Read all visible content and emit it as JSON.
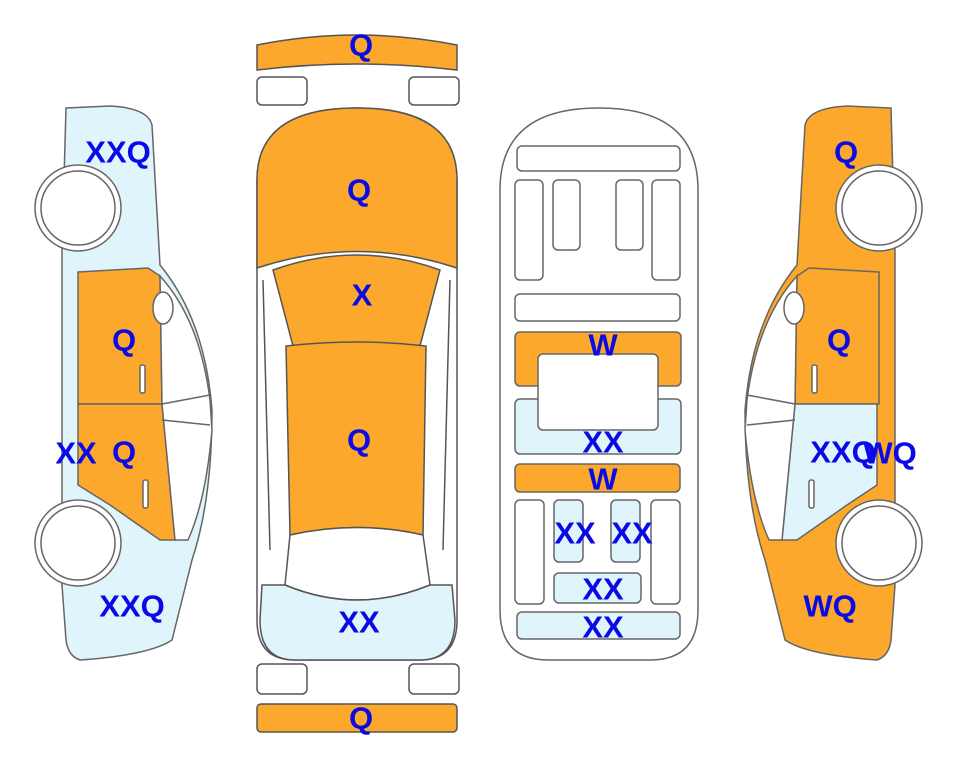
{
  "colors": {
    "damaged_orange": "#FBA82C",
    "light_blue": "#DFF5FB",
    "label_blue": "#0A0AE6",
    "outline": "#666666"
  },
  "left_side_view": {
    "labels": [
      "XXQ",
      "Q",
      "XX",
      "Q",
      "XXQ"
    ]
  },
  "top_view": {
    "labels": [
      "Q",
      "Q",
      "X",
      "Q",
      "XX",
      "Q"
    ]
  },
  "interior_view": {
    "labels": [
      "W",
      "XX",
      "W",
      "XX",
      "XX",
      "XX",
      "XX"
    ]
  },
  "right_side_view": {
    "labels": [
      "Q",
      "Q",
      "XXQ",
      "WQ",
      "WQ"
    ]
  }
}
